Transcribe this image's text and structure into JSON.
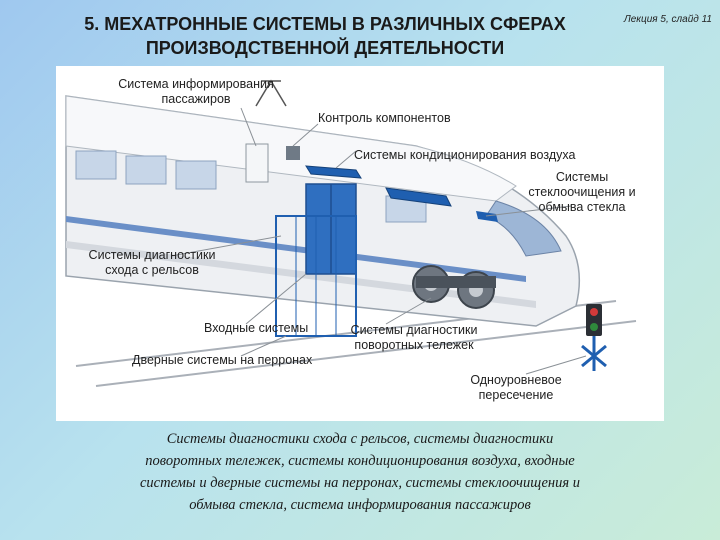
{
  "header": {
    "title_line1": "5. МЕХАТРОННЫЕ СИСТЕМЫ В РАЗЛИЧНЫХ СФЕРАХ",
    "title_line2": "ПРОИЗВОДСТВЕННОЙ ДЕЯТЕЛЬНОСТИ",
    "slide_ref": "Лекция 5, слайд 11"
  },
  "diagram": {
    "labels": {
      "passenger_info_1": "Система информирования",
      "passenger_info_2": "пассажиров",
      "component_control": "Контроль компонентов",
      "air_conditioning": "Системы кондиционирования воздуха",
      "wiper_1": "Системы",
      "wiper_2": "стеклоочищения и",
      "wiper_3": "обмыва стекла",
      "derail_1": "Системы диагностики",
      "derail_2": "схода с рельсов",
      "entry_systems": "Входные системы",
      "bogie_1": "Системы диагностики",
      "bogie_2": "поворотных тележек",
      "platform_doors": "Дверные системы на перронах",
      "crossing_1": "Одноуровневое",
      "crossing_2": "пересечение"
    },
    "colors": {
      "accent_blue": "#1f5fb0",
      "body_light": "#eef0f3",
      "stripe": "#6a8fc7"
    }
  },
  "caption": {
    "line1": "Системы диагностики схода с рельсов, системы диагностики",
    "line2": "поворотных тележек, системы кондиционирования воздуха, входные",
    "line3": "системы и дверные системы на перронах, системы стеклоочищения и",
    "line4": "обмыва стекла, система информирования пассажиров"
  }
}
